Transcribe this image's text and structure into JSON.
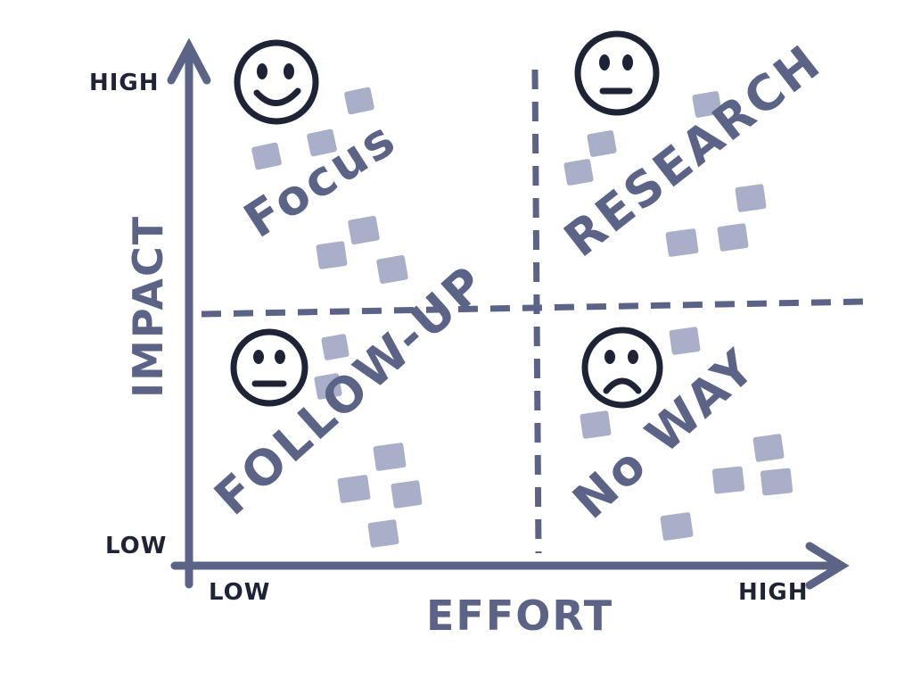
{
  "axes": {
    "y_title": "IMPACT",
    "x_title": "EFFORT",
    "y_high": "HIGH",
    "y_low": "LOW",
    "x_low": "LOW",
    "x_high": "HIGH"
  },
  "quadrants": [
    {
      "id": "focus",
      "label": "Focus",
      "face": "happy"
    },
    {
      "id": "research",
      "label": "RESEARCH",
      "face": "neutral"
    },
    {
      "id": "follow-up",
      "label": "FOLLOW-UP",
      "face": "neutral"
    },
    {
      "id": "no-way",
      "label": "No WAY",
      "face": "sad"
    }
  ],
  "colors": {
    "axis": "#5b6486",
    "ink": "#1f2336",
    "sticky_note": "#a9afc8"
  }
}
